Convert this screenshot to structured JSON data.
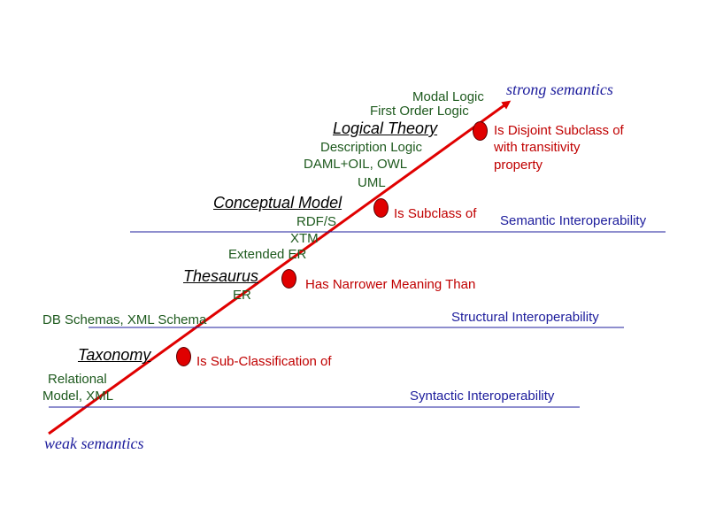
{
  "ends": {
    "strong": "strong semantics",
    "weak": "weak semantics"
  },
  "levels": {
    "taxonomy": "Taxonomy",
    "thesaurus": "Thesaurus",
    "conceptual_model": "Conceptual Model",
    "logical_theory": "Logical Theory"
  },
  "examples": {
    "modal_logic": "Modal Logic",
    "first_order_logic": "First Order Logic",
    "description_logic": "Description Logic",
    "daml_oil_owl": "DAML+OIL, OWL",
    "uml": "UML",
    "rdfs": "RDF/S",
    "xtm": "XTM",
    "extended_er": "Extended ER",
    "er": "ER",
    "db_schemas": "DB Schemas, XML Schema",
    "relational_line1": "Relational",
    "relational_line2": "Model, XML"
  },
  "relations": {
    "disjoint_line1": "Is Disjoint Subclass of",
    "disjoint_line2": "with transitivity",
    "disjoint_line3": "property",
    "subclass": "Is Subclass of",
    "narrower": "Has Narrower Meaning Than",
    "subclassification": "Is Sub-Classification of"
  },
  "interoperability": {
    "semantic": "Semantic Interoperability",
    "structural": "Structural Interoperability",
    "syntactic": "Syntactic Interoperability"
  },
  "colors": {
    "arrow": "#e00000",
    "level_dot": "#e00000",
    "example_text": "#1e5a1e",
    "relation_text": "#c00000",
    "interop_text": "#1c1c9c",
    "divider": "#1c1c9c"
  }
}
